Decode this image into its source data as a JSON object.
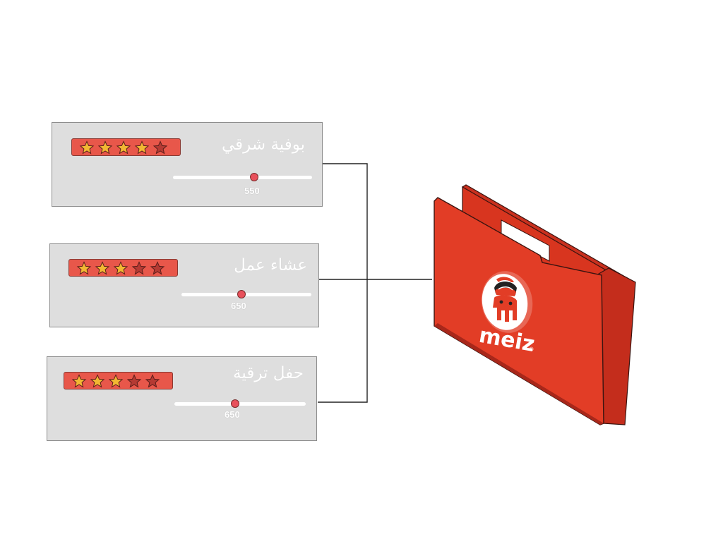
{
  "cards": [
    {
      "title": "بوفية شرقي",
      "rating": 4,
      "max_rating": 5,
      "slider_value": "550"
    },
    {
      "title": "عشاء عمل",
      "rating": 3,
      "max_rating": 5,
      "slider_value": "650"
    },
    {
      "title": "حفل ترقية",
      "rating": 3,
      "max_rating": 5,
      "slider_value": "650"
    }
  ],
  "brand": {
    "name": "meiz",
    "registered_mark": "®"
  },
  "colors": {
    "folder_red": "#e03a24",
    "folder_dark": "#b32a1a",
    "star_filled": "#f2b733",
    "star_empty": "#b53a33",
    "card_bg": "#dedede",
    "accent": "#e8505b"
  },
  "icons": {
    "star": "star-icon",
    "folder": "folder-icon",
    "brand_logo": "fork-chef-logo-icon"
  }
}
